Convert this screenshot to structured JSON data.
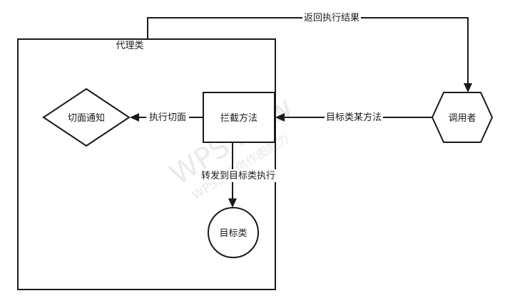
{
  "diagram": {
    "container_label": "代理类",
    "nodes": {
      "advice": "切面通知",
      "interceptor": "拦截方法",
      "target": "目标类",
      "caller": "调用者"
    },
    "edges": {
      "return_result": "返回执行结果",
      "call_target_method": "目标类某方法",
      "execute_aspect": "执行切面",
      "forward_to_target": "转发到目标类执行"
    }
  },
  "watermark": {
    "main": "WPS Flow",
    "sub": "WPS仅提供作图能力"
  }
}
